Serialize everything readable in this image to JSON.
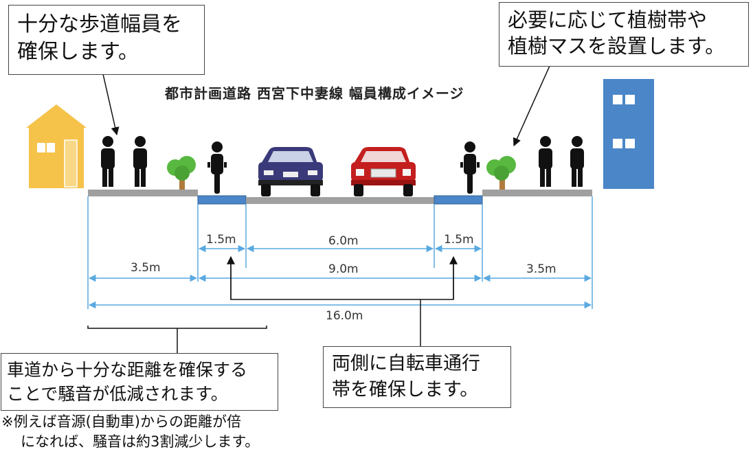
{
  "title": "都市計画道路 西宮下中妻線 幅員構成イメージ",
  "callouts": {
    "sidewalk": {
      "line1": "十分な歩道幅員を",
      "line2": "確保します。"
    },
    "planting": {
      "line1": "必要に応じて植樹帯や",
      "line2": "植樹マスを設置します。"
    },
    "noise": {
      "line1": "車道から十分な距離を確保する",
      "line2": "ことで騒音が低減されます。"
    },
    "bike": {
      "line1": "両側に自転車通行",
      "line2": "帯を確保します。"
    }
  },
  "footnote": {
    "line1": "※例えば音源(自動車)からの距離が倍",
    "line2": "になれば、騒音は約3割減少します。"
  },
  "dimensions": {
    "sidewalk_left": "3.5m",
    "bike_left": "1.5m",
    "carriageway": "6.0m",
    "bike_right": "1.5m",
    "roadway_total": "9.0m",
    "sidewalk_right": "3.5m",
    "total": "16.0m"
  },
  "colors": {
    "dimension_line": "#5aa9e0",
    "bike_lane": "#4a86c8",
    "pavement": "#a0a0a0",
    "house": "#f5c24a",
    "building": "#4a86c8",
    "tree": "#58b83f",
    "car_left": "#3a3a7a",
    "car_right": "#c41e1e"
  }
}
